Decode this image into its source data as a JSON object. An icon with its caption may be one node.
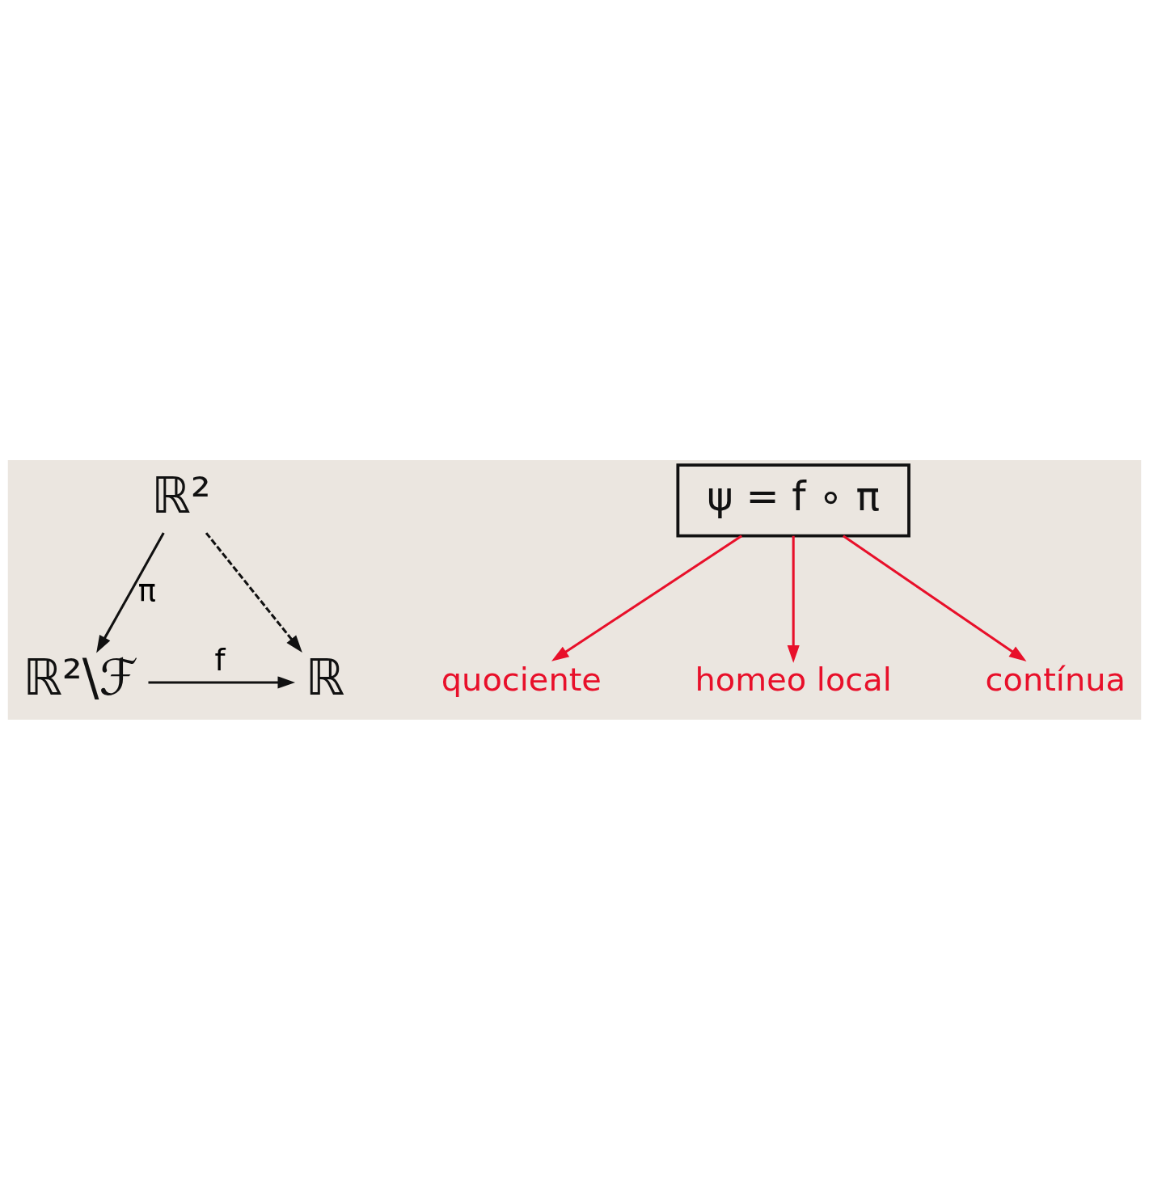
{
  "diagram": {
    "nodes": [
      {
        "text": [
          "ℝ²\\ℱ"
        ]
      },
      {
        "text": [
          "ℝ"
        ]
      },
      {
        "text": [
          "ℝ²"
        ]
      },
      {
        "text": [
          "ψ = f ∘ π"
        ]
      },
      {
        "text": [
          "quociente"
        ]
      },
      {
        "text": [
          "homeo local"
        ]
      },
      {
        "text": [
          "contínua"
        ]
      }
    ],
    "edges": [
      {
        "from": 0,
        "to": 1,
        "arrow": "to",
        "label": "f"
      },
      {
        "from": 2,
        "to": 0,
        "arrow": "to",
        "label": "π"
      },
      {
        "from": 2,
        "to": 1,
        "arrow": "to",
        "style": "dashed"
      },
      {
        "from": 3,
        "to": 4,
        "arrow": "to",
        "color": "#e8102a"
      },
      {
        "from": 3,
        "to": 5,
        "arrow": "to",
        "color": "#e8102a"
      },
      {
        "from": 3,
        "to": 6,
        "arrow": "to",
        "color": "#e8102a"
      }
    ]
  }
}
